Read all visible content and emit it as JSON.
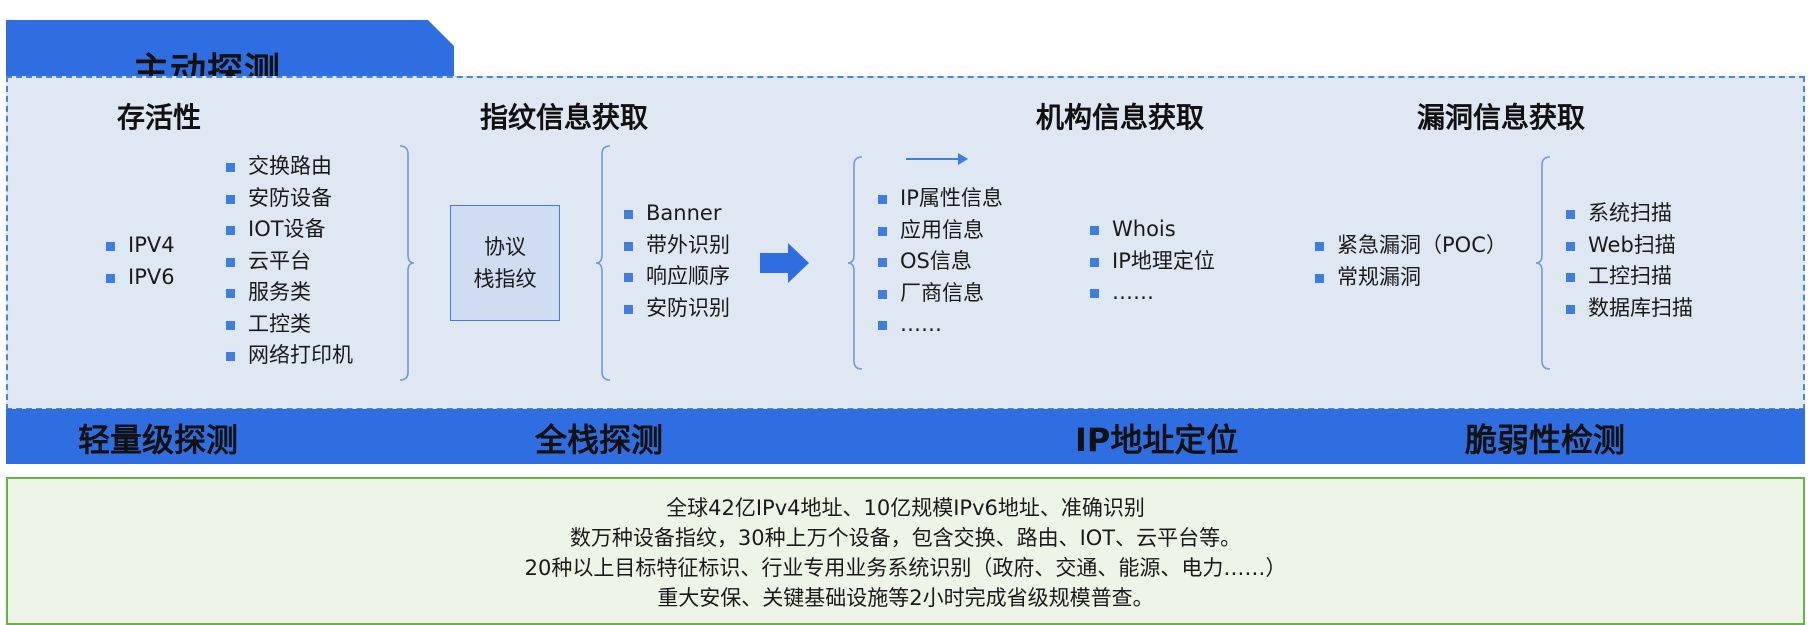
{
  "title": "主动探测",
  "sections": {
    "liveness": {
      "heading": "存活性",
      "ip_items": [
        "IPV4",
        "IPV6"
      ],
      "device_items": [
        "交换路由",
        "安防设备",
        "IOT设备",
        "云平台",
        "服务类",
        "工控类",
        "网络打印机"
      ]
    },
    "fingerprint": {
      "heading": "指纹信息获取",
      "box_lines": [
        "协议",
        "栈指纹"
      ],
      "items": [
        "Banner",
        "带外识别",
        "响应顺序",
        "安防识别"
      ]
    },
    "organization": {
      "heading": "机构信息获取",
      "items_left": [
        "IP属性信息",
        "应用信息",
        "OS信息",
        "厂商信息",
        "……"
      ],
      "items_right": [
        "Whois",
        "IP地理定位",
        "……"
      ]
    },
    "vulnerability": {
      "heading": "漏洞信息获取",
      "items_left": [
        "紧急漏洞（POC）",
        "常规漏洞"
      ],
      "items_right": [
        "系统扫描",
        "Web扫描",
        "工控扫描",
        "数据库扫描"
      ]
    }
  },
  "categories": [
    "轻量级探测",
    "全栈探测",
    "IP地址定位",
    "脆弱性检测"
  ],
  "summary_lines": [
    "全球42亿IPv4地址、10亿规模IPv6地址、准确识别",
    "数万种设备指纹，30种上万个设备，包含交换、路由、IOT、云平台等。",
    "20种以上目标特征标识、行业专用业务系统识别（政府、交通、能源、电力……）",
    "重大安保、关键基础设施等2小时完成省级规模普查。"
  ],
  "colors": {
    "tab_blue": "#2f6ee0",
    "panel_bg": "#dfe7f2",
    "panel_border": "#4a86d6",
    "bullet_blue": "#3f7de0",
    "bracket": "#6f9ad6",
    "summary_bg": "#edf5e6",
    "summary_border": "#63b34a"
  }
}
